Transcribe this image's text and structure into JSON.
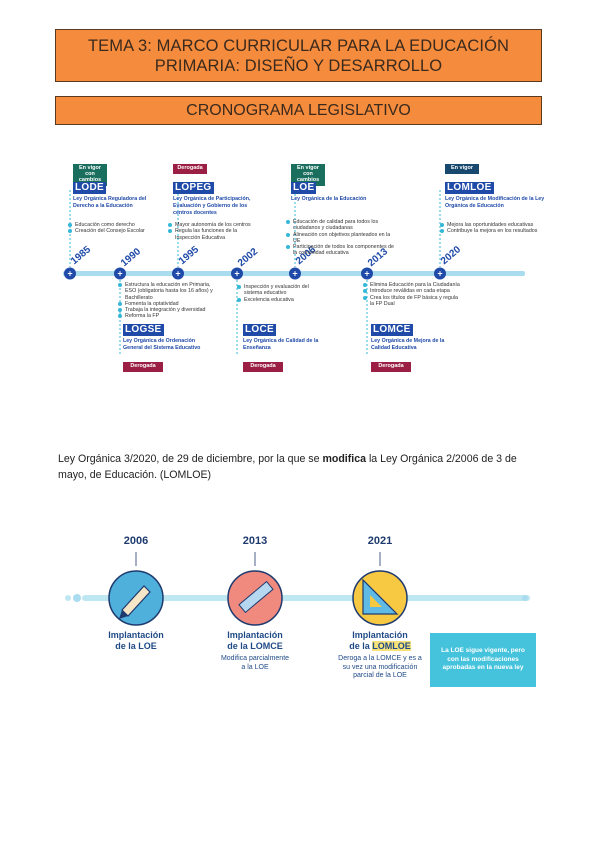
{
  "header": {
    "title_line1": "TEMA 3: MARCO CURRICULAR PARA LA EDUCACIÓN",
    "title_line2": "PRIMARIA: DISEÑO Y DESARROLLO",
    "subtitle": "CRONOGRAMA LEGISLATIVO"
  },
  "timeline": {
    "years": [
      "1985",
      "1990",
      "1995",
      "2002",
      "2006",
      "2013",
      "2020"
    ],
    "laws": [
      {
        "abbr": "LODE",
        "flag": "En vigor con cambios",
        "name": "Ley Orgánica Reguladora del Derecho a la Educación",
        "bullets": [
          "Educación como derecho",
          "Creación del Consejo Escolar"
        ]
      },
      {
        "abbr": "LOGSE",
        "flag": "Derogada",
        "name": "Ley Orgánica de Ordenación General del Sistema Educativo",
        "bullets": [
          "Estructura la educación en Primaria, ESO (obligatoria hasta los 16 años) y Bachillerato",
          "Fomenta la optatividad",
          "Trabaja la integración y diversidad",
          "Reforma la FP"
        ]
      },
      {
        "abbr": "LOPEG",
        "flag": "Derogada",
        "name": "Ley Orgánica de Participación, Evaluación y Gobierno de los centros docentes",
        "bullets": [
          "Mayor autonomía de los centros",
          "Regula las funciones de la Inspección Educativa"
        ]
      },
      {
        "abbr": "LOCE",
        "flag": "Derogada",
        "name": "Ley Orgánica de Calidad de la Enseñanza",
        "bullets": [
          "Inspección y evaluación del sistema educativo",
          "Excelencia educativa"
        ]
      },
      {
        "abbr": "LOE",
        "flag": "En vigor con cambios",
        "name": "Ley Orgánica de la Educación",
        "bullets": [
          "Educación de calidad para todos los ciudadanos y ciudadanas",
          "Alineación con objetivos planteados en la UE",
          "Participación de todos los componentes de la comunidad educativa"
        ]
      },
      {
        "abbr": "LOMCE",
        "flag": "Derogada",
        "name": "Ley Orgánica de Mejora de la Calidad Educativa",
        "bullets": [
          "Elimina Educación para la Ciudadanía",
          "Introduce reválidas en cada etapa",
          "Crea los títulos de FP básica y regula la FP Dual"
        ]
      },
      {
        "abbr": "LOMLOE",
        "flag": "En vigor",
        "name": "Ley Orgánica de Modificación de la Ley Orgánica de Educación",
        "bullets": [
          "Mejora las oportunidades educativas",
          "Contribuye la mejora en los resultados"
        ]
      }
    ]
  },
  "paragraph": {
    "before": "Ley Orgánica 3/2020, de 29 de diciembre, por la que se ",
    "bold": "modifica",
    "after": " la Ley Orgánica 2/2006 de 3 de mayo, de Educación. (LOMLOE)"
  },
  "infographic": {
    "steps": [
      {
        "year": "2006",
        "caption_line1": "Implantación",
        "caption_line2": "de la LOE",
        "desc": ""
      },
      {
        "year": "2013",
        "caption_line1": "Implantación",
        "caption_line2": "de la LOMCE",
        "desc": "Modifica parcialmente a la LOE"
      },
      {
        "year": "2021",
        "caption_line1": "Implantación",
        "caption_line2_prefix": "de la ",
        "caption_line2_hl": "LOMLOE",
        "desc": "Deroga a la LOMCE y es a su vez una modificación parcial de la LOE"
      }
    ],
    "note": "La LOE sigue vigente, pero con las modificaciones aprobadas en la nueva ley"
  },
  "colors": {
    "header_bg": "#f58b3c",
    "timeline_line": "#a9dcef",
    "node": "#1f4aa8",
    "flag_green": "#1a6e5e",
    "flag_red": "#9b1f45",
    "accent_cyan": "#45c3dc"
  }
}
